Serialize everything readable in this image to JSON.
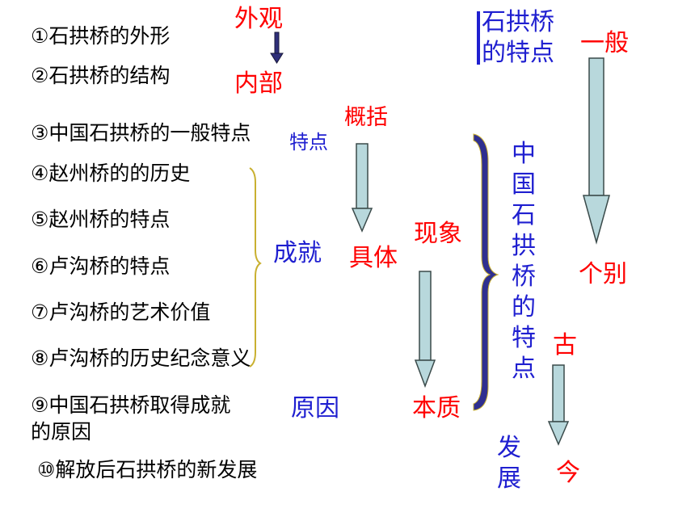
{
  "outline": [
    "①石拱桥的外形",
    "②石拱桥的结构",
    "③中国石拱桥的一般特点",
    "④赵州桥的的历史",
    "⑤赵州桥的特点",
    "⑥卢沟桥的特点",
    "⑦卢沟桥的艺术价值",
    "⑧卢沟桥的历史纪念意义",
    "⑨中国石拱桥取得成就",
    "的原因",
    "⑩解放后石拱桥的新发展"
  ],
  "labels": {
    "waiguan": "外观",
    "neibu": "内部",
    "gaikuo": "概括",
    "tedian": "特点",
    "chengjiu": "成就",
    "juti": "具体",
    "xianxiang": "现象",
    "benzhi": "本质",
    "yuanyin": "原因",
    "topic_line1": "石拱桥",
    "topic_line2": "的特点",
    "yiban": "一般",
    "gebie": "个别",
    "vertical_title": "中国石拱桥的特点",
    "gu": "古",
    "jin": "今",
    "fazhan": "发展"
  },
  "colors": {
    "red": "#ff0000",
    "blue": "#1f1fd0",
    "arrow_fill": "#b8d8dc",
    "arrow_stroke": "#3a4a4a",
    "brace_fill": "#2f2f8f",
    "brace_gold": "#c9b030"
  }
}
